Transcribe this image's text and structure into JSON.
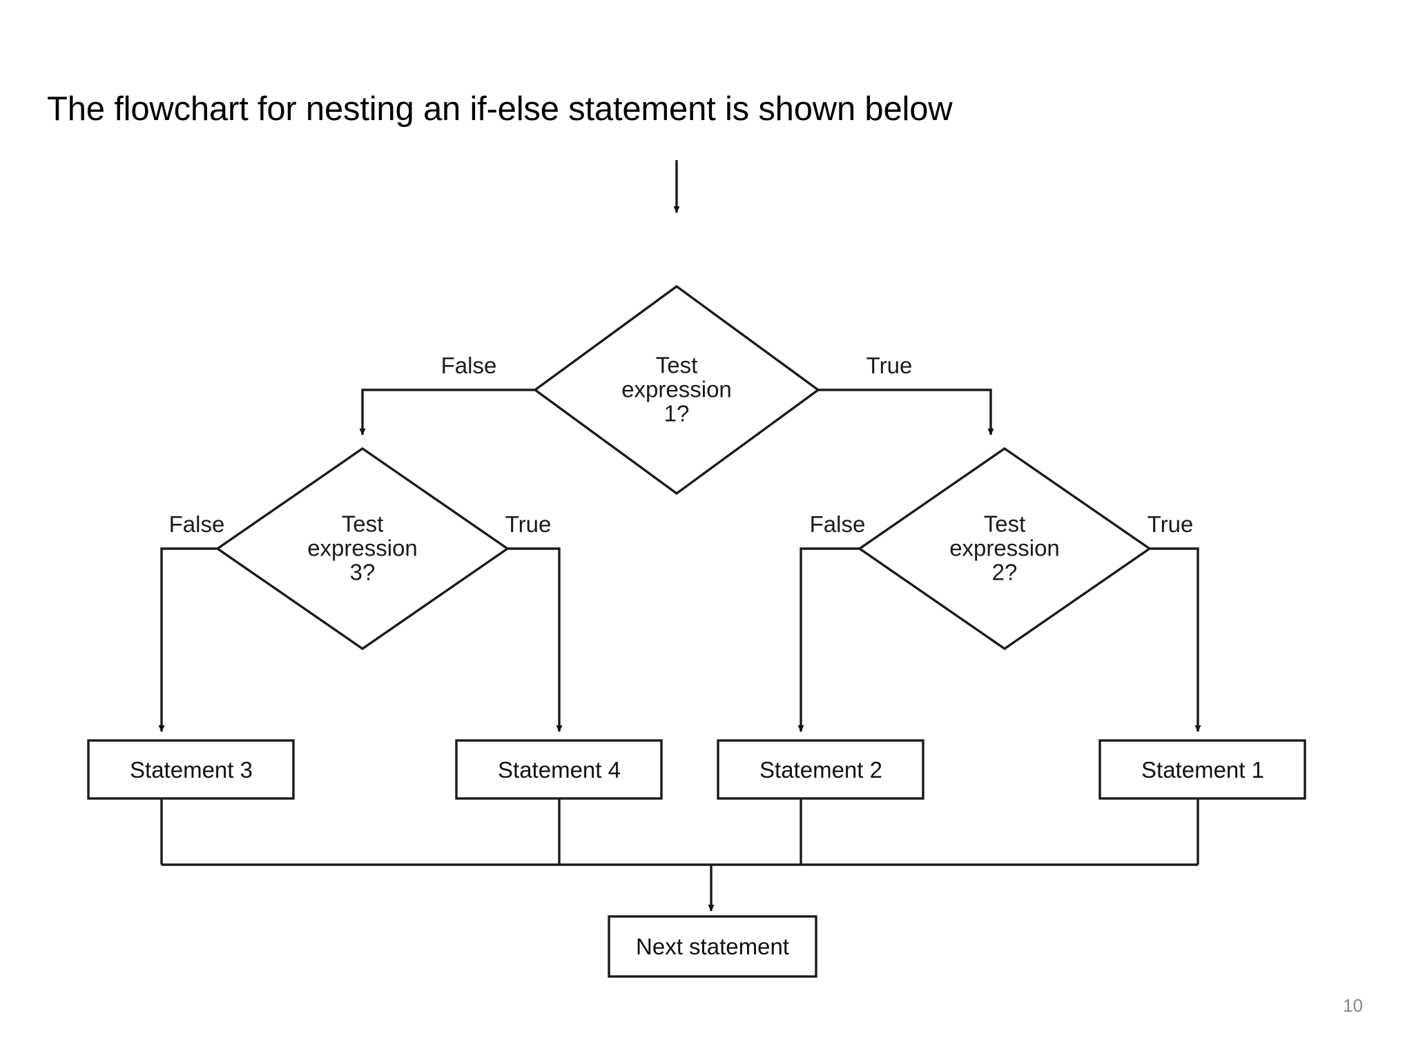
{
  "slide": {
    "title": "The flowchart for nesting an if-else statement is shown below",
    "page_number": "10",
    "background_color": "#ffffff",
    "title_color": "#000000",
    "page_number_color": "#878787"
  },
  "flowchart": {
    "line_color": "#1a1a1a",
    "text_color": "#1a1a1a",
    "entry_arrow": "incoming-arrow-to-test-1",
    "decisions": [
      {
        "id": "test-expression-1",
        "line1": "Test",
        "line2": "expression",
        "line3": "1?",
        "text": "Test expression 1?",
        "false_label": "False",
        "true_label": "True"
      },
      {
        "id": "test-expression-3",
        "line1": "Test",
        "line2": "expression",
        "line3": "3?",
        "text": "Test expression 3?",
        "false_label": "False",
        "true_label": "True"
      },
      {
        "id": "test-expression-2",
        "line1": "Test",
        "line2": "expression",
        "line3": "2?",
        "text": "Test expression 2?",
        "false_label": "False",
        "true_label": "True"
      }
    ],
    "processes": [
      {
        "id": "statement-3",
        "label": "Statement 3"
      },
      {
        "id": "statement-4",
        "label": "Statement 4"
      },
      {
        "id": "statement-2",
        "label": "Statement 2"
      },
      {
        "id": "statement-1",
        "label": "Statement 1"
      },
      {
        "id": "next-statement",
        "label": "Next statement"
      }
    ]
  }
}
